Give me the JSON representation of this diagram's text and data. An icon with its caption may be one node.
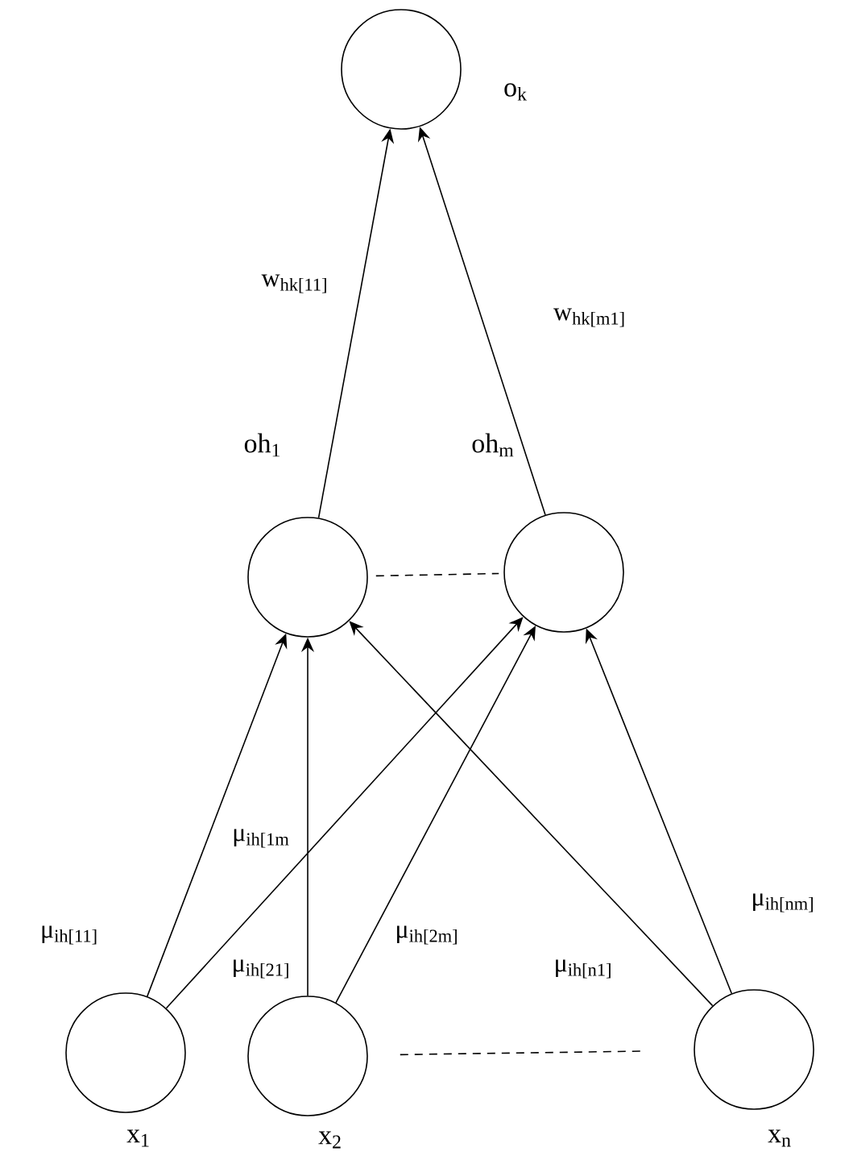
{
  "diagram": {
    "nodes": [
      {
        "text": [],
        "shape": "circle",
        "beside": [
          "o$_{k}$"
        ]
      },
      {
        "text": [],
        "shape": "circle",
        "beside": [
          "oh$_{1}$"
        ]
      },
      {
        "text": [],
        "shape": "circle",
        "beside": [
          "oh$_{m}$"
        ]
      },
      {
        "text": [],
        "shape": "circle",
        "beside": [
          "x$_{1}$"
        ]
      },
      {
        "text": [],
        "shape": "circle",
        "beside": [
          "x$_{2}$"
        ]
      },
      {
        "text": [],
        "shape": "circle",
        "beside": [
          "x$_{n}$"
        ]
      }
    ],
    "edges": [
      {
        "from": 1,
        "to": 0,
        "arrow": "to",
        "label": "w$_{hk[11]}$"
      },
      {
        "from": 2,
        "to": 0,
        "arrow": "to",
        "label": "w$_{hk[m1]}$"
      },
      {
        "from": 1,
        "to": 2,
        "arrow": "none",
        "style": "dashed"
      },
      {
        "from": 3,
        "to": 1,
        "arrow": "to",
        "label": "μ$_{ih[11]}$"
      },
      {
        "from": 3,
        "to": 2,
        "arrow": "to",
        "label": "μ$_{ih[1m}$"
      },
      {
        "from": 4,
        "to": 1,
        "arrow": "to",
        "label": "μ$_{ih[21]}$"
      },
      {
        "from": 4,
        "to": 2,
        "arrow": "to",
        "label": "μ$_{ih[2m]}$"
      },
      {
        "from": 5,
        "to": 1,
        "arrow": "to",
        "label": "μ$_{ih[n1]}$"
      },
      {
        "from": 5,
        "to": 2,
        "arrow": "to",
        "label": "μ$_{ih[nm]}$"
      },
      {
        "from": 4,
        "to": 5,
        "arrow": "none",
        "style": "dashed"
      }
    ]
  }
}
